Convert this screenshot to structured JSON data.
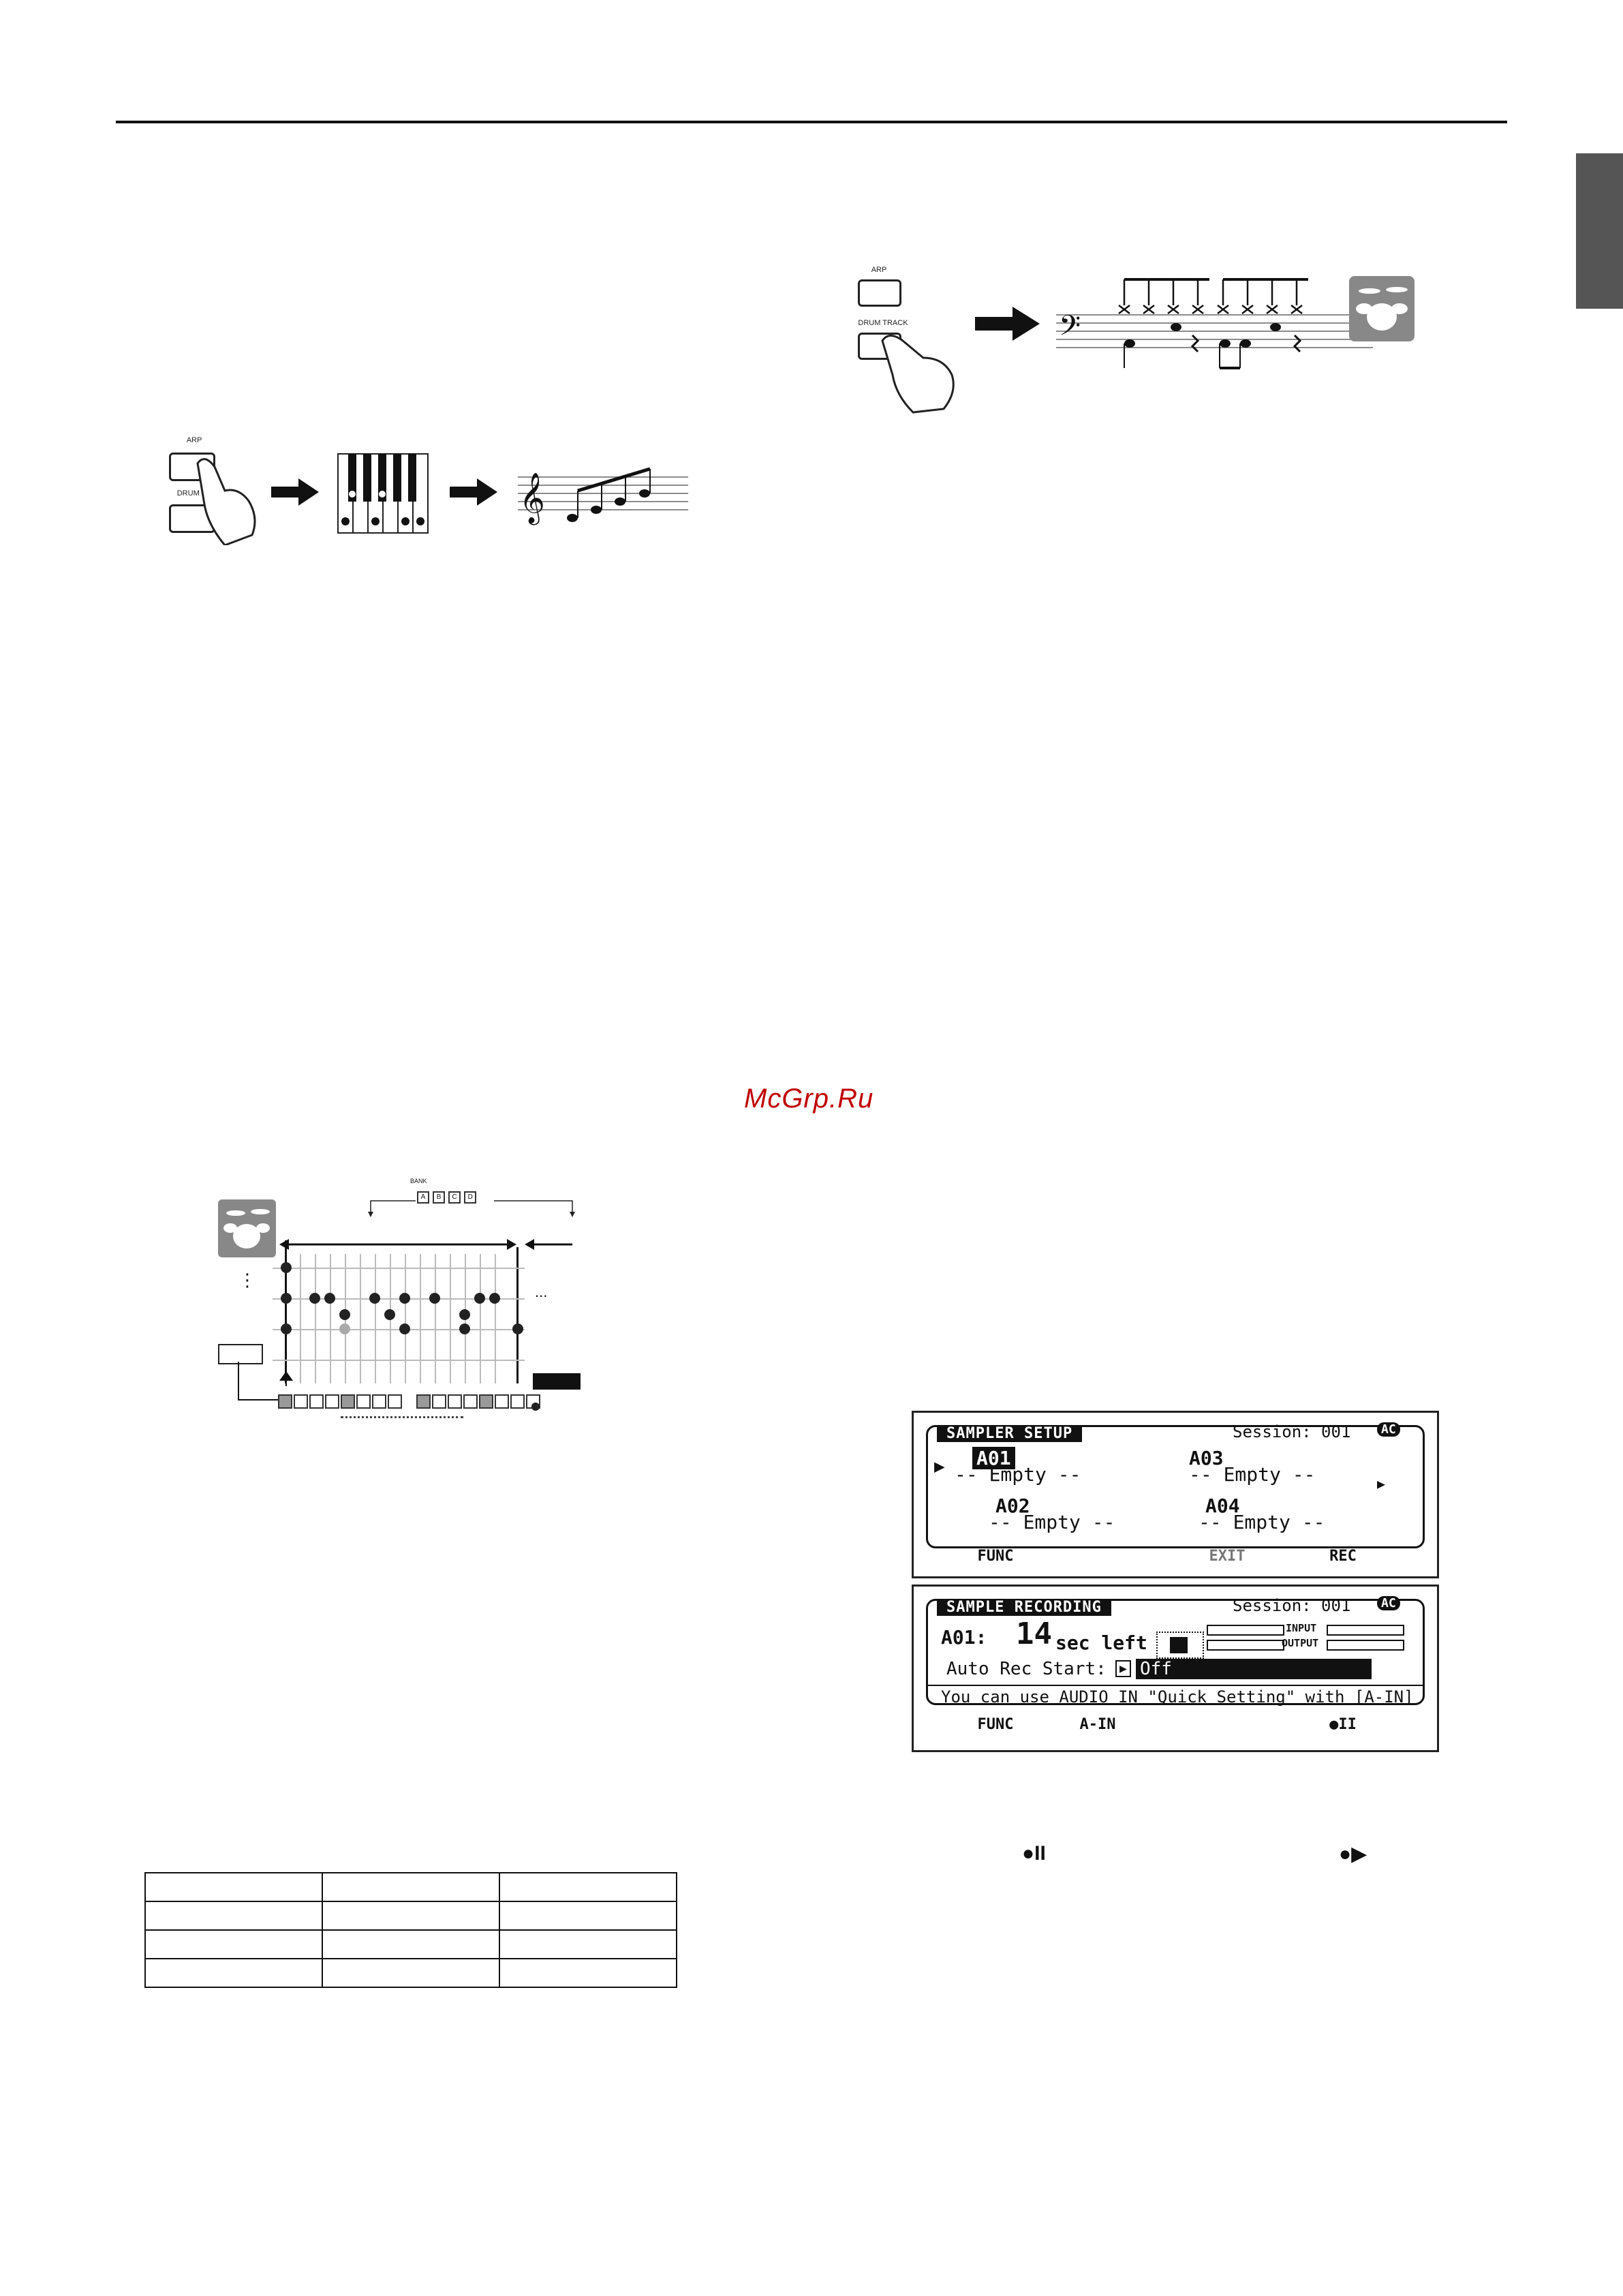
{
  "watermark": "McGrp.Ru",
  "arp_diagram": {
    "arp_label": "ARP",
    "drum_track_label": "DRUM TR"
  },
  "drum_diagram": {
    "arp_label": "ARP",
    "drum_track_label": "DRUM TRACK"
  },
  "pattern_diagram": {
    "bank_label": "BANK",
    "bank_letters": [
      "A",
      "B",
      "C",
      "D"
    ],
    "ellipsis_h": "...",
    "ellipsis_v": "⋮"
  },
  "sampler_setup": {
    "title": "SAMPLER SETUP",
    "session": "Session: 001",
    "badge": "AC",
    "slots": [
      {
        "id": "A01",
        "value": "-- Empty --"
      },
      {
        "id": "A03",
        "value": "-- Empty --"
      },
      {
        "id": "A02",
        "value": "-- Empty --"
      },
      {
        "id": "A04",
        "value": "-- Empty --"
      }
    ],
    "fkeys": [
      "FUNC",
      "EXIT",
      "REC"
    ]
  },
  "sample_recording": {
    "title": "SAMPLE RECORDING",
    "session": "Session: 001",
    "badge": "AC",
    "slot": "A01:",
    "seconds": "14",
    "sec_left": "sec left",
    "input_label": "INPUT",
    "output_label": "OUTPUT",
    "auto_rec_label": "Auto Rec Start:",
    "auto_rec_value": "Off",
    "message": "You can use AUDIO IN \"Quick Setting\" with [A-IN]",
    "fkeys": [
      "FUNC",
      "A-IN",
      "●II"
    ]
  },
  "rec_icons": {
    "rec_pause": "●II",
    "rec_play": "●▶"
  }
}
